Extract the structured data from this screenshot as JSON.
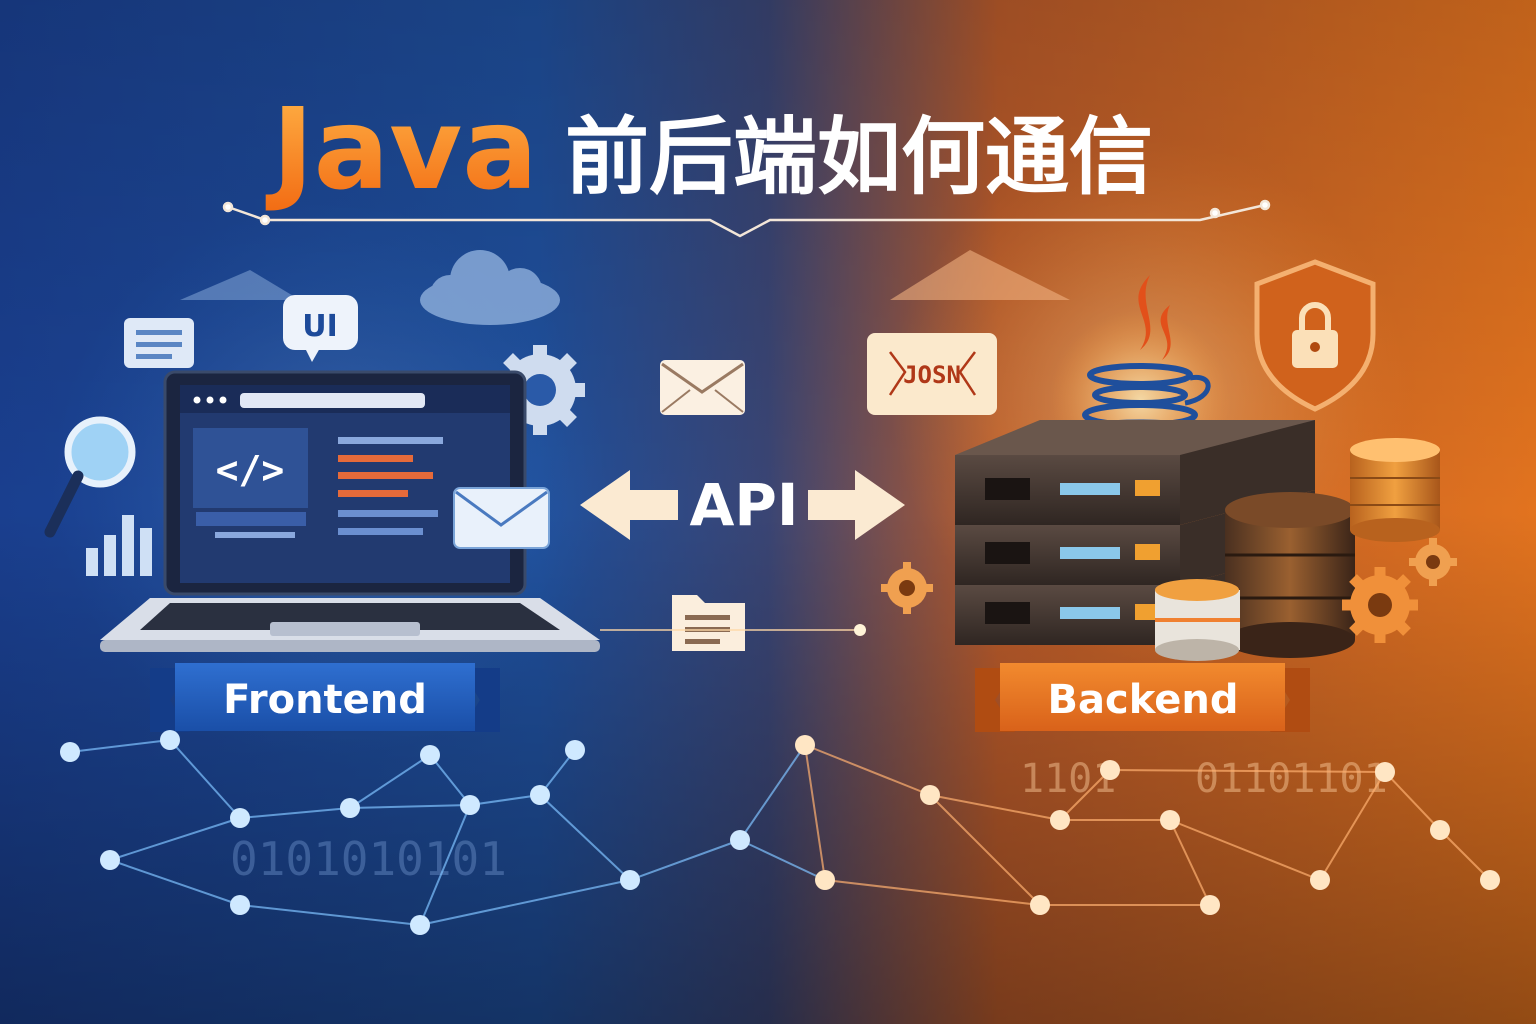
{
  "title": {
    "brand": "Java",
    "rest": "前后端如何通信"
  },
  "frontend": {
    "bubble": "UI",
    "code_tag": "</>",
    "label": "Frontend"
  },
  "middle": {
    "api_label": "API"
  },
  "backend": {
    "json_card": "JOSN",
    "label": "Backend"
  },
  "binary": {
    "left": "0101010101",
    "right_a": "1101",
    "right_b": "01101101"
  },
  "colors": {
    "blue": "#1d56b0",
    "orange": "#f07a1e",
    "title_white": "#ffffff"
  }
}
